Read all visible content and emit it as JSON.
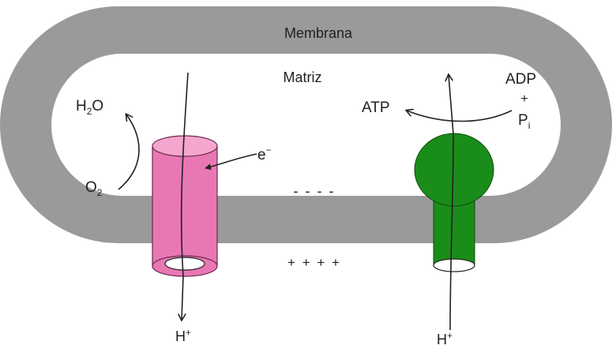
{
  "labels": {
    "membrane": "Membrana",
    "matrix": "Matriz",
    "water": "H",
    "water_sub": "2",
    "water_tail": "O",
    "oxygen": "O",
    "oxygen_sub": "2",
    "electron": "e",
    "electron_sup": "−",
    "atp": "ATP",
    "adp": "ADP",
    "plus": "+",
    "phosphate": "P",
    "phosphate_sub": "i",
    "proton_left": "H",
    "proton_right": "H",
    "proton_sup": "+",
    "charge_inside": "- - - -",
    "charge_outside": "+ + + +"
  },
  "colors": {
    "membrane": "#9a9a9a",
    "electron_transport_complex": "#e878b4",
    "atp_synthase": "#1a8c1a",
    "stroke": "#222222"
  }
}
